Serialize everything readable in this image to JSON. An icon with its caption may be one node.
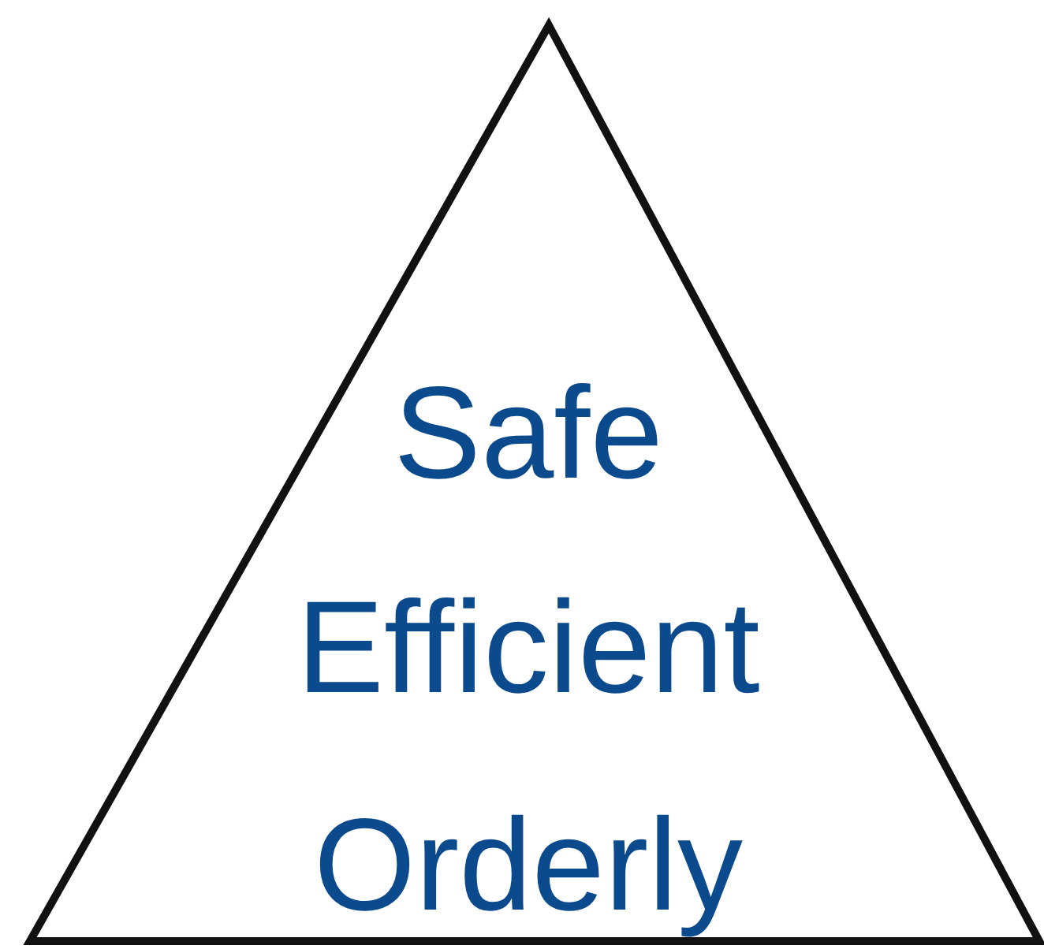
{
  "diagram": {
    "nodes": [
      {
        "text": [
          "Safe",
          "Efficient",
          "Orderly"
        ]
      }
    ]
  }
}
